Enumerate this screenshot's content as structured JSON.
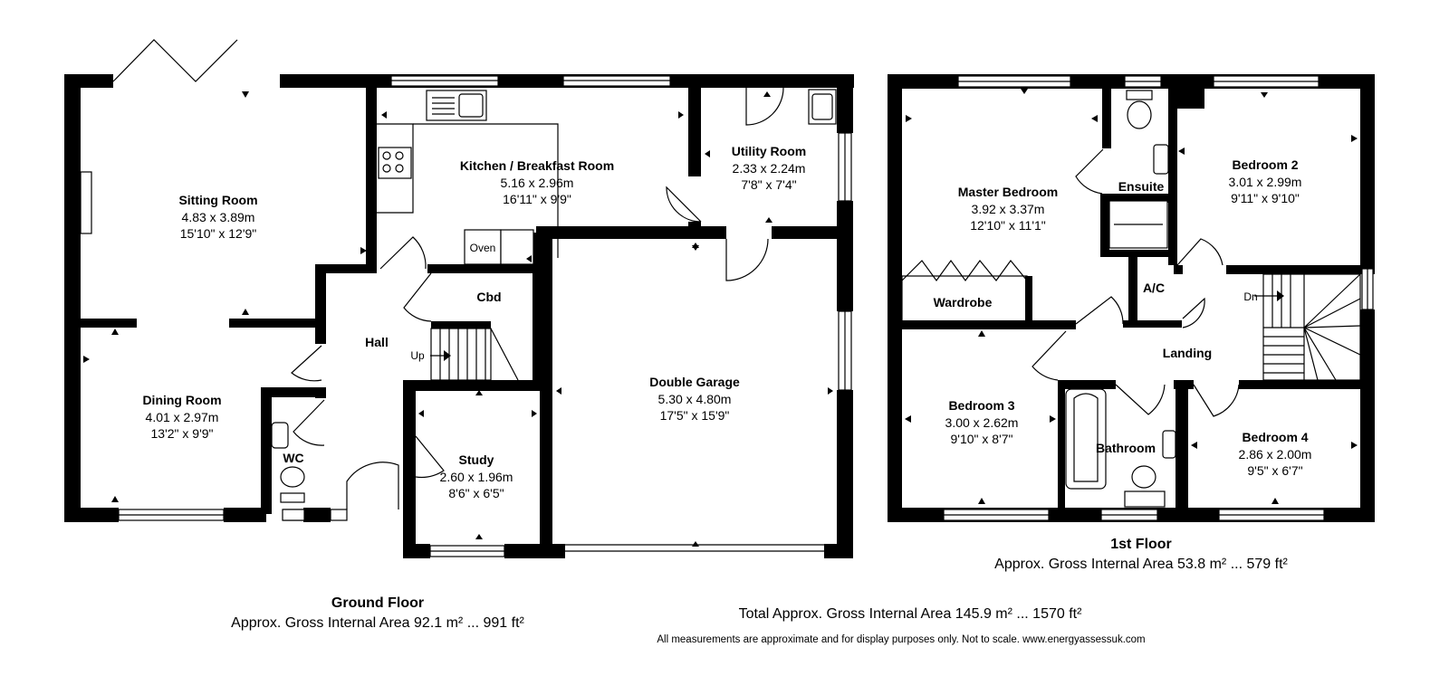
{
  "rooms": {
    "sitting": {
      "name": "Sitting Room",
      "metric": "4.83 x 3.89m",
      "imperial": "15'10\" x 12'9\""
    },
    "kitchen": {
      "name": "Kitchen / Breakfast Room",
      "metric": "5.16 x 2.96m",
      "imperial": "16'11\" x 9'9\""
    },
    "utility": {
      "name": "Utility Room",
      "metric": "2.33 x 2.24m",
      "imperial": "7'8\" x 7'4\""
    },
    "dining": {
      "name": "Dining Room",
      "metric": "4.01 x 2.97m",
      "imperial": "13'2\" x 9'9\""
    },
    "garage": {
      "name": "Double Garage",
      "metric": "5.30 x 4.80m",
      "imperial": "17'5\" x 15'9\""
    },
    "study": {
      "name": "Study",
      "metric": "2.60 x 1.96m",
      "imperial": "8'6\" x 6'5\""
    },
    "master": {
      "name": "Master Bedroom",
      "metric": "3.92 x 3.37m",
      "imperial": "12'10\" x 11'1\""
    },
    "bed2": {
      "name": "Bedroom 2",
      "metric": "3.01 x 2.99m",
      "imperial": "9'11\" x 9'10\""
    },
    "bed3": {
      "name": "Bedroom 3",
      "metric": "3.00 x 2.62m",
      "imperial": "9'10\" x 8'7\""
    },
    "bed4": {
      "name": "Bedroom 4",
      "metric": "2.86 x 2.00m",
      "imperial": "9'5\" x 6'7\""
    }
  },
  "labels": {
    "hall": "Hall",
    "cbd": "Cbd",
    "oven": "Oven",
    "wc": "WC",
    "up": "Up",
    "ensuite": "Ensuite",
    "wardrobe": "Wardrobe",
    "ac": "A/C",
    "landing": "Landing",
    "bathroom": "Bathroom",
    "dn": "Dn"
  },
  "floors": {
    "ground": {
      "title": "Ground Floor",
      "area": "Approx. Gross Internal Area 92.1 m² ... 991 ft²"
    },
    "first": {
      "title": "1st Floor",
      "area": "Approx. Gross Internal Area 53.8 m² ... 579 ft²"
    }
  },
  "total_area": "Total Approx. Gross Internal Area 145.9 m² ... 1570 ft²",
  "disclaimer": "All measurements are approximate and for display purposes only. Not to scale. www.energyassessuk.com"
}
